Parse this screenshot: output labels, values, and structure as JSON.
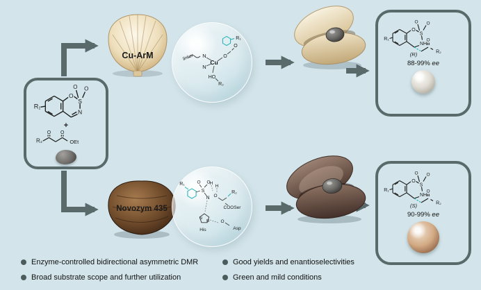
{
  "colors": {
    "background": "#d3e5ea",
    "outline": "#5a6a6a",
    "highlight_teal": "#19b0b5",
    "stereo_blue": "#2f6fba",
    "oxygen_red": "#d03a2a"
  },
  "left_box": {
    "substrate1": {
      "r1": "R₁",
      "o": "O",
      "s": "S",
      "o_a": "O",
      "o_b": "O",
      "n": "N"
    },
    "plus": "+",
    "substrate2": {
      "r2": "R₂",
      "o_a": "O",
      "o_b": "O",
      "oet": "OEt"
    }
  },
  "top": {
    "catalyst": "Cu-ArM",
    "bubble": {
      "linker": "linker",
      "n1": "N",
      "n2": "N",
      "cu": "Cu",
      "o1": "O",
      "o2": "O",
      "r1": "R₁",
      "ho": "HO",
      "r2": "R₂"
    },
    "product": {
      "r1": "R₁",
      "o_ring": "O",
      "s": "S",
      "o_a": "O",
      "o_b": "O",
      "nh": "NH",
      "config": "(R)",
      "o_carbonyl": "O",
      "r2": "R₂"
    },
    "ee_value": "88-99%",
    "ee_unit": "ee"
  },
  "bottom": {
    "catalyst": "Novozym 435",
    "bubble": {
      "r1": "R₁",
      "s": "S",
      "o_a": "O",
      "o_b": "O",
      "n": "N",
      "h1": "H",
      "h2": "H",
      "o_c": "O",
      "r2": "R₂",
      "cooser": "COOSer",
      "n_im1": "N",
      "n_im2": "N",
      "his": "His",
      "o_asp": "O",
      "asp": "Asp"
    },
    "product": {
      "r1": "R₁",
      "o_ring": "O",
      "s": "S",
      "o_a": "O",
      "o_b": "O",
      "nh": "NH",
      "config": "(S)",
      "o_carbonyl": "O",
      "r2": "R₂"
    },
    "ee_value": "90-99%",
    "ee_unit": "ee"
  },
  "bullets": [
    "Enzyme-controlled bidirectional asymmetric DMR",
    "Broad substrate scope and further utilization",
    "Good yields and enantioselectivities",
    "Green and mild conditions"
  ]
}
